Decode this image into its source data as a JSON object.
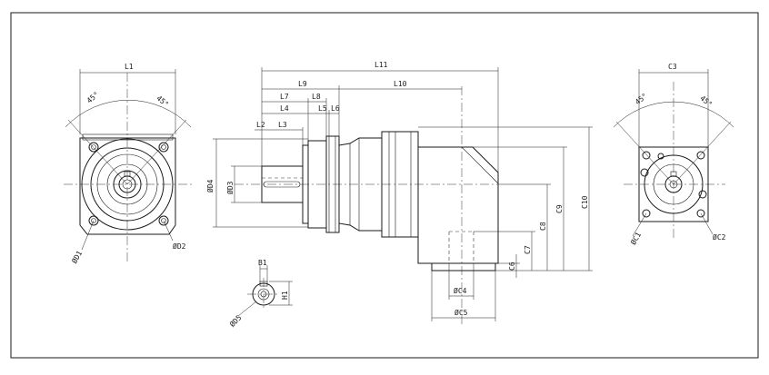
{
  "dimensions": {
    "front_view": {
      "width": "L1",
      "angle_left": "45°",
      "angle_right": "45°",
      "bolt_circle": "ØD1",
      "hole_diameter": "ØD2"
    },
    "side_view": {
      "overall_length": "L11",
      "length_9": "L9",
      "length_10": "L10",
      "length_7": "L7",
      "length_8": "L8",
      "length_4": "L4",
      "length_5": "L5",
      "length_6": "L6",
      "length_2": "L2",
      "length_3": "L3",
      "pilot_diameter": "ØD4",
      "shaft_diameter": "ØD3",
      "height_10": "C10",
      "height_9": "C9",
      "height_8": "C8",
      "height_7": "C7",
      "height_6": "C6",
      "input_diameter_4": "ØC4",
      "input_diameter_5": "ØC5"
    },
    "shaft_section": {
      "key_width": "B1",
      "key_height": "H1",
      "shaft_diameter": "ØD5"
    },
    "input_view": {
      "flange_width": "C3",
      "angle_left": "45°",
      "angle_right": "45°",
      "bolt_circle": "ØC1",
      "hole_diameter": "ØC2"
    }
  }
}
